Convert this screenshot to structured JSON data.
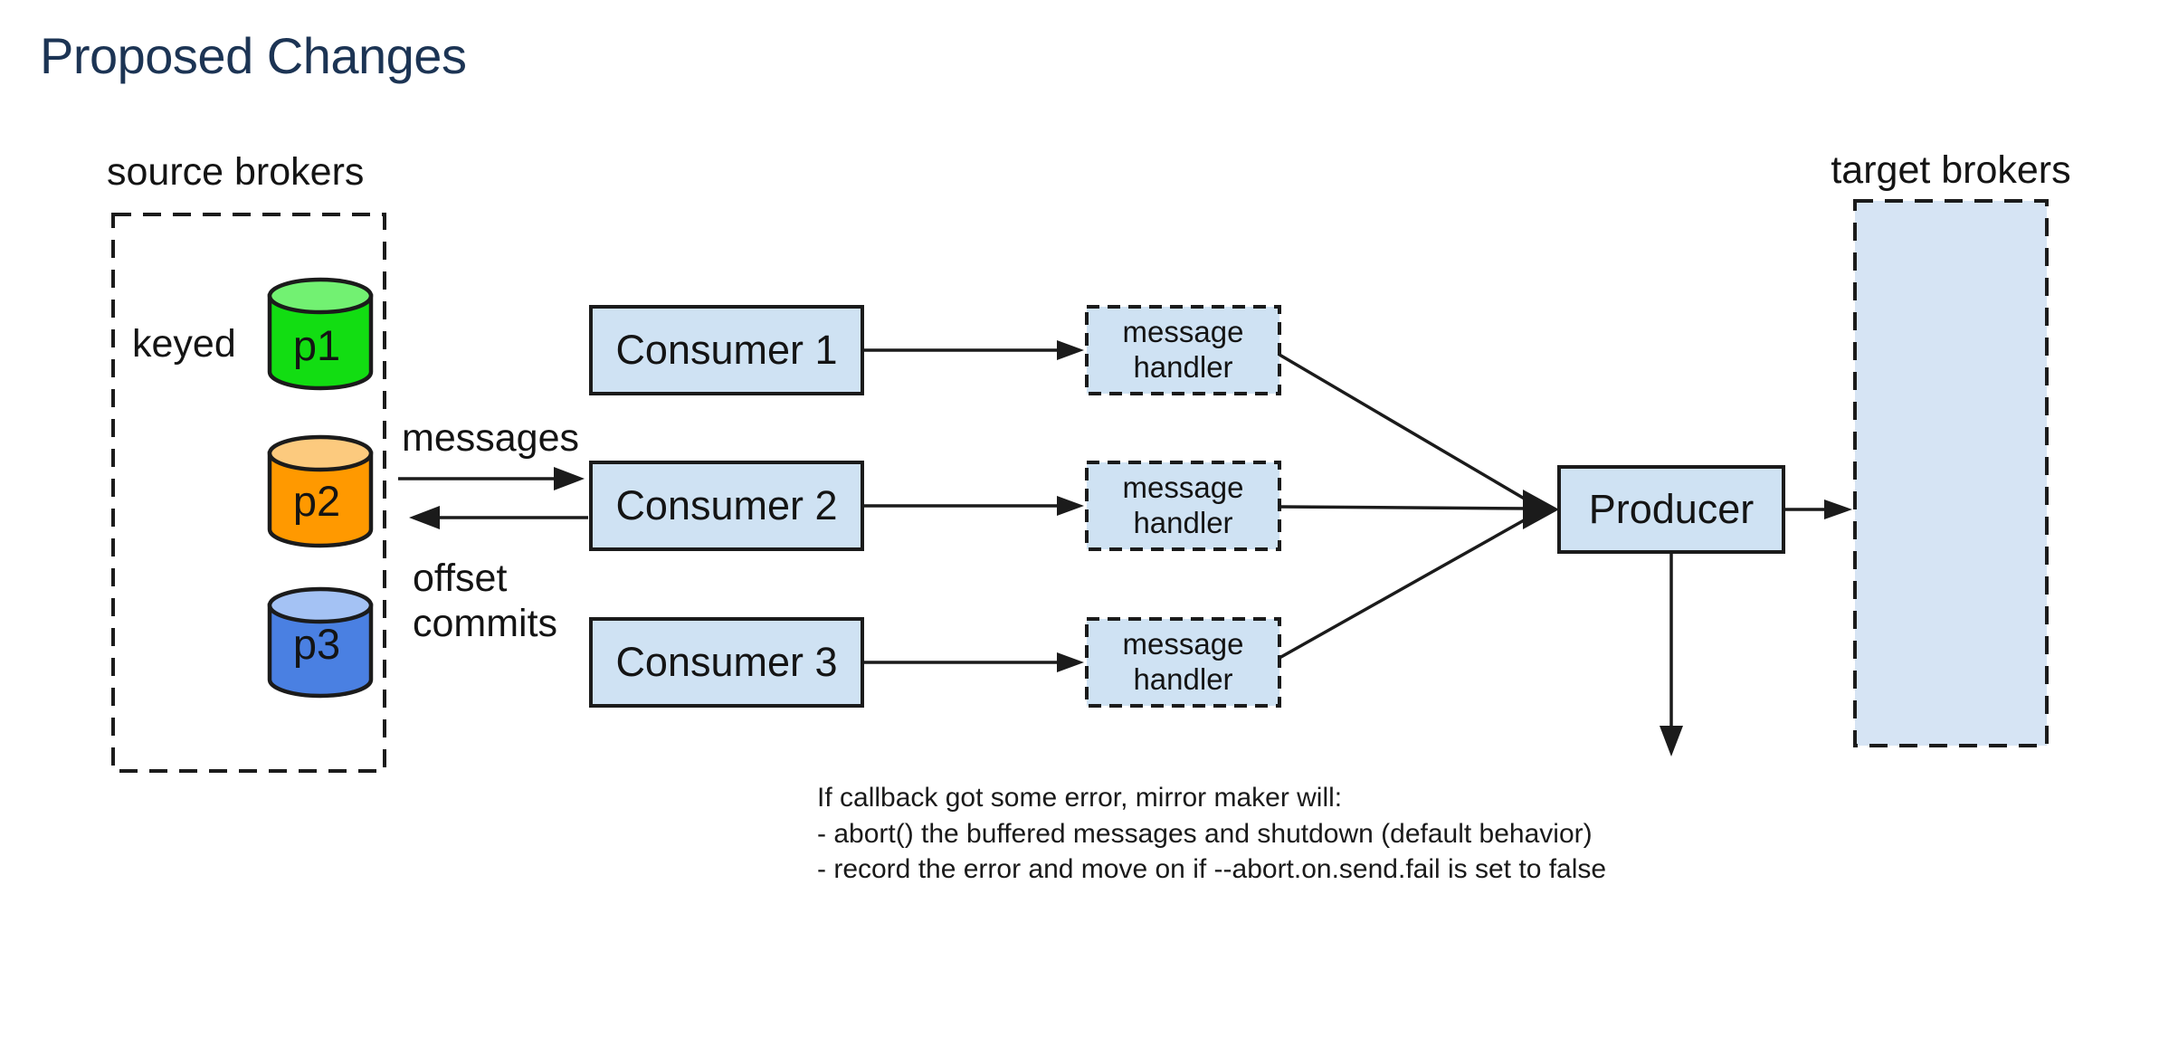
{
  "page": {
    "title": "Proposed Changes"
  },
  "diagram": {
    "source_group": {
      "label": "source brokers",
      "keyed_label": "keyed"
    },
    "partitions": [
      {
        "id": "p1",
        "body_color": "#12dd12",
        "top_color": "#72f172"
      },
      {
        "id": "p2",
        "body_color": "#ff9900",
        "top_color": "#fcca7e"
      },
      {
        "id": "p3",
        "body_color": "#4a80e2",
        "top_color": "#a4c2f4"
      }
    ],
    "labels": {
      "messages": "messages",
      "offset_commits": "offset commits"
    },
    "consumers": [
      {
        "label": "Consumer 1"
      },
      {
        "label": "Consumer 2"
      },
      {
        "label": "Consumer 3"
      }
    ],
    "message_handler_label": "message handler",
    "producer_label": "Producer",
    "target_group": {
      "label": "target brokers"
    },
    "note_lines": [
      "If callback got some error, mirror maker will:",
      "- abort() the buffered messages and shutdown (default behavior)",
      "- record the error and move on if --abort.on.send.fail is set to false"
    ],
    "colors": {
      "box_fill": "#cfe2f3",
      "target_fill": "#d6e4f4",
      "stroke": "#1b1b1b",
      "title": "#1c3454"
    }
  }
}
